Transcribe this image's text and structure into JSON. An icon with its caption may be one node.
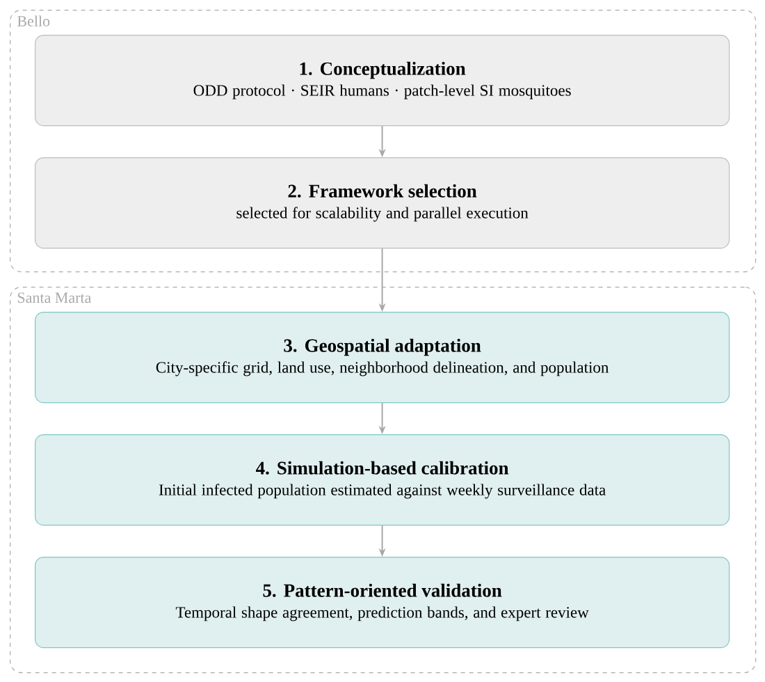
{
  "diagram": {
    "nodes": [
      {
        "text": [
          "Bello"
        ]
      },
      {
        "text": [
          "1. Conceptualization",
          "ODD protocol · SEIR humans · patch-level SI mosquitoes"
        ],
        "in": 0
      },
      {
        "text": [
          "2. Framework selection",
          "selected for scalability and parallel execution"
        ],
        "in": 0
      },
      {
        "text": [
          "Santa Marta"
        ]
      },
      {
        "text": [
          "3. Geospatial adaptation",
          "City-specific grid, land use, neighborhood delineation, and population"
        ],
        "in": 3
      },
      {
        "text": [
          "4. Simulation-based calibration",
          "Initial infected population estimated against weekly surveillance data"
        ],
        "in": 3
      },
      {
        "text": [
          "5. Pattern-oriented validation",
          "Temporal shape agreement, prediction bands, and expert review"
        ],
        "in": 3
      }
    ],
    "edges": [
      {
        "from": 1,
        "to": 2,
        "arrow": "to"
      },
      {
        "from": 2,
        "to": 4,
        "arrow": "to"
      },
      {
        "from": 4,
        "to": 5,
        "arrow": "to"
      },
      {
        "from": 5,
        "to": 6,
        "arrow": "to"
      }
    ]
  }
}
